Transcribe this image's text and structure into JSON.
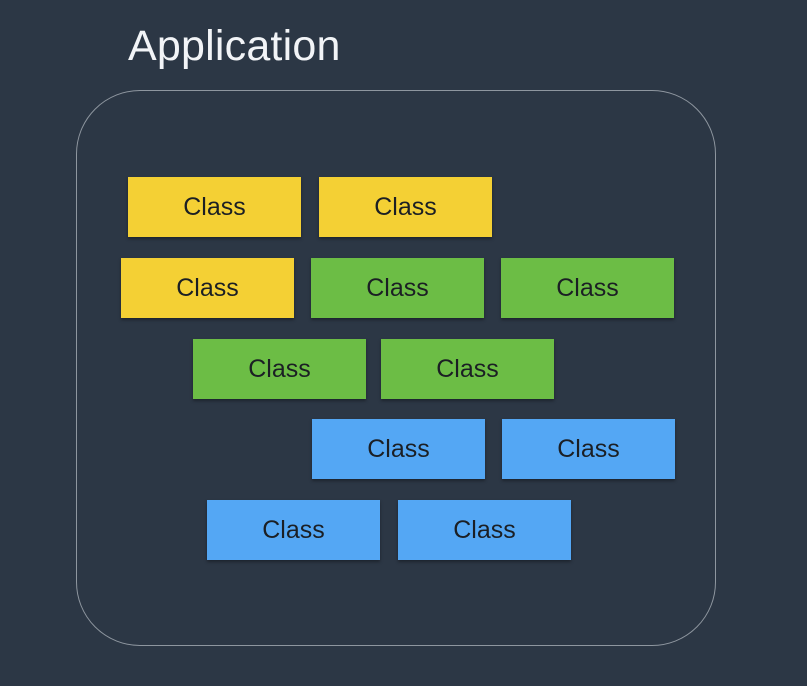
{
  "title": "Application",
  "colors": {
    "yellow": "#f4d034",
    "green": "#6cbd45",
    "blue": "#54a7f4",
    "background": "#2c3745",
    "border": "#8e969f"
  },
  "classes": [
    {
      "label": "Class",
      "color": "yellow"
    },
    {
      "label": "Class",
      "color": "yellow"
    },
    {
      "label": "Class",
      "color": "yellow"
    },
    {
      "label": "Class",
      "color": "green"
    },
    {
      "label": "Class",
      "color": "green"
    },
    {
      "label": "Class",
      "color": "green"
    },
    {
      "label": "Class",
      "color": "green"
    },
    {
      "label": "Class",
      "color": "blue"
    },
    {
      "label": "Class",
      "color": "blue"
    },
    {
      "label": "Class",
      "color": "blue"
    },
    {
      "label": "Class",
      "color": "blue"
    }
  ]
}
